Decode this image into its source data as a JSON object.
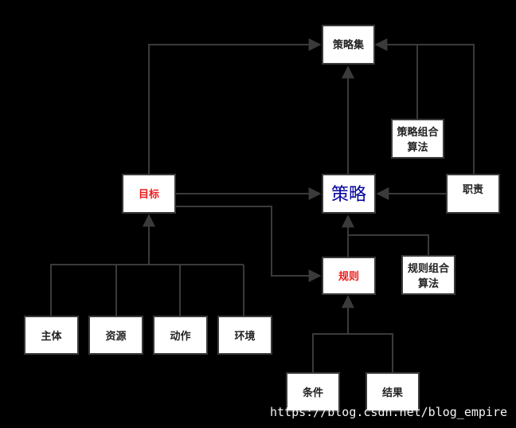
{
  "nodes": {
    "strategy_set": "策略集",
    "strategy_combo_algo": [
      "策略组合",
      "算法"
    ],
    "target": "目标",
    "strategy": "策略",
    "duty": "职责",
    "rule": "规则",
    "rule_combo_algo": [
      "规则组合",
      "算法"
    ],
    "subject": "主体",
    "resource": "资源",
    "action": "动作",
    "environment": "环境",
    "condition": "条件",
    "result": "结果"
  },
  "colors": {
    "background": "#000000",
    "box_fill": "#ffffff",
    "line": "#3a3a3a",
    "emphasis_red": "#ee1c1c",
    "strategy_blue": "#00009e"
  },
  "watermark": "https://blog.csdn.net/blog_empire"
}
